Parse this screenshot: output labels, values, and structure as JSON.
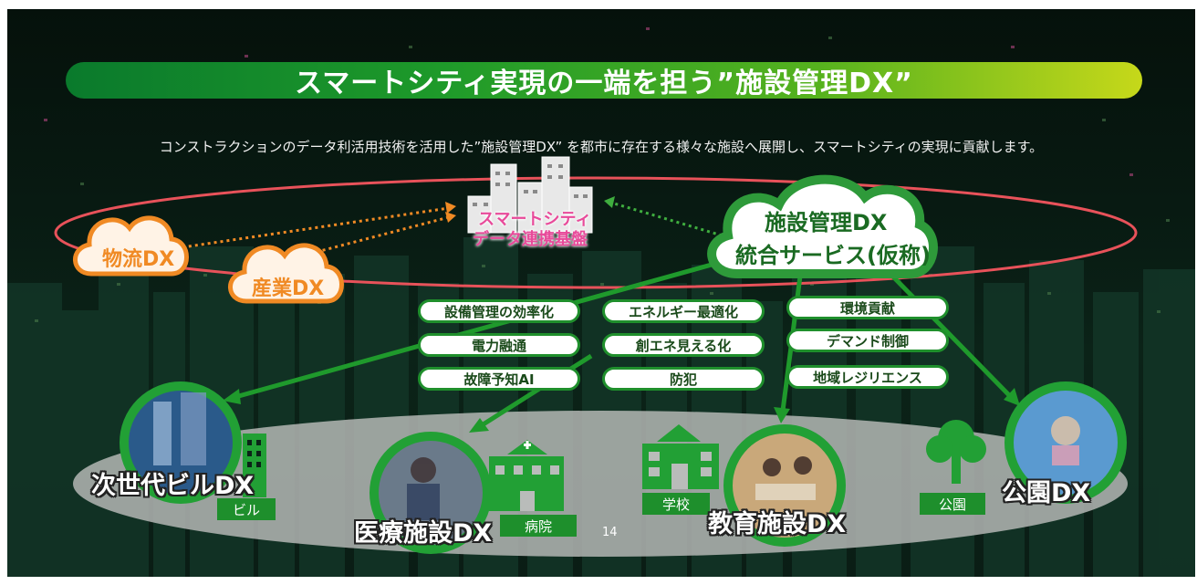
{
  "title": "スマートシティ実現の一端を担う”施設管理DX”",
  "subtitle": "コンストラクションのデータ利活用技術を活用した”施設管理DX” を都市に存在する様々な施設へ展開し、スマートシティの実現に貢献します。",
  "hub": {
    "line1": "スマートシティ",
    "line2": "データ連携基盤"
  },
  "service_cloud": {
    "line1": "施設管理DX",
    "line2": "統合サービス(仮称)"
  },
  "orange_clouds": [
    "物流DX",
    "産業DX"
  ],
  "features": [
    "設備管理の効率化",
    "エネルギー最適化",
    "環境貢献",
    "電力融通",
    "創エネ見える化",
    "デマンド制御",
    "故障予知AI",
    "防犯",
    "地域レジリエンス"
  ],
  "facilities": [
    {
      "name": "次世代ビルDX",
      "tag": "ビル"
    },
    {
      "name": "医療施設DX",
      "tag": "病院"
    },
    {
      "name": "教育施設DX",
      "tag": "学校"
    },
    {
      "name": "公園DX",
      "tag": "公園"
    }
  ],
  "page_number": "14",
  "colors": {
    "green": "#1e8f2c",
    "orange": "#f08a24",
    "red_ring": "#e8525a",
    "gold": "#c6d81a"
  },
  "icons": [
    "city-skyline-icon",
    "building-icon",
    "hospital-icon",
    "school-icon",
    "tree-icon"
  ]
}
